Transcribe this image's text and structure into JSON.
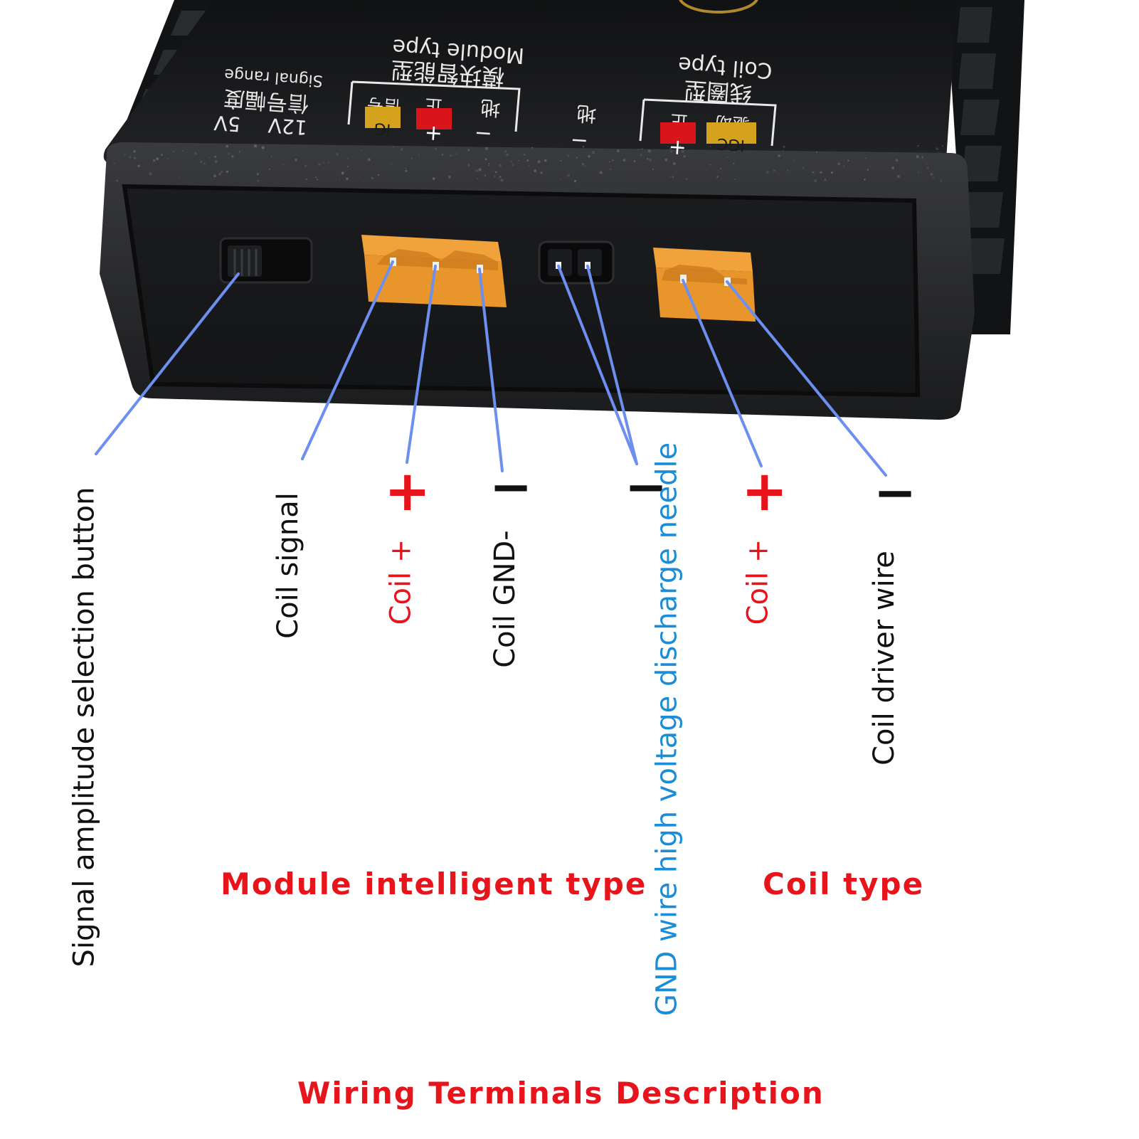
{
  "device": {
    "panel_texts": {
      "coil_type_cn": "线圈型",
      "coil_type_en": "Coil type",
      "module_type_cn": "模块智能型",
      "module_type_en": "Module type",
      "signal_range_cn": "信号幅度",
      "signal_range_en": "Signal range",
      "v12": "12V",
      "v5": "5V",
      "ground_cn": "地",
      "igc": "IGC",
      "drive_cn": "驱动",
      "positive_cn": "正",
      "ig": "IG",
      "signal_cn": "信号",
      "plus": "+",
      "minus": "−"
    }
  },
  "labels": {
    "signal_amplitude_button": "Signal amplitude selection button",
    "coil_signal": "Coil signal",
    "coil_plus_module": "Coil +",
    "coil_gnd": "Coil GND-",
    "gnd_wire": "GND wire high voltage discharge needle",
    "coil_plus_coil": "Coil +",
    "coil_driver": "Coil driver wire",
    "sign_plus": "+",
    "sign_minus": "−"
  },
  "groups": {
    "module": "Module intelligent type",
    "coil": "Coil type"
  },
  "caption": "Wiring Terminals Description",
  "colors": {
    "red": "#e8141c",
    "black": "#111111",
    "blue": "#1a8cd8",
    "line": "#6d8ff0",
    "orange": "#f0a030",
    "body": "#1d1e20"
  }
}
